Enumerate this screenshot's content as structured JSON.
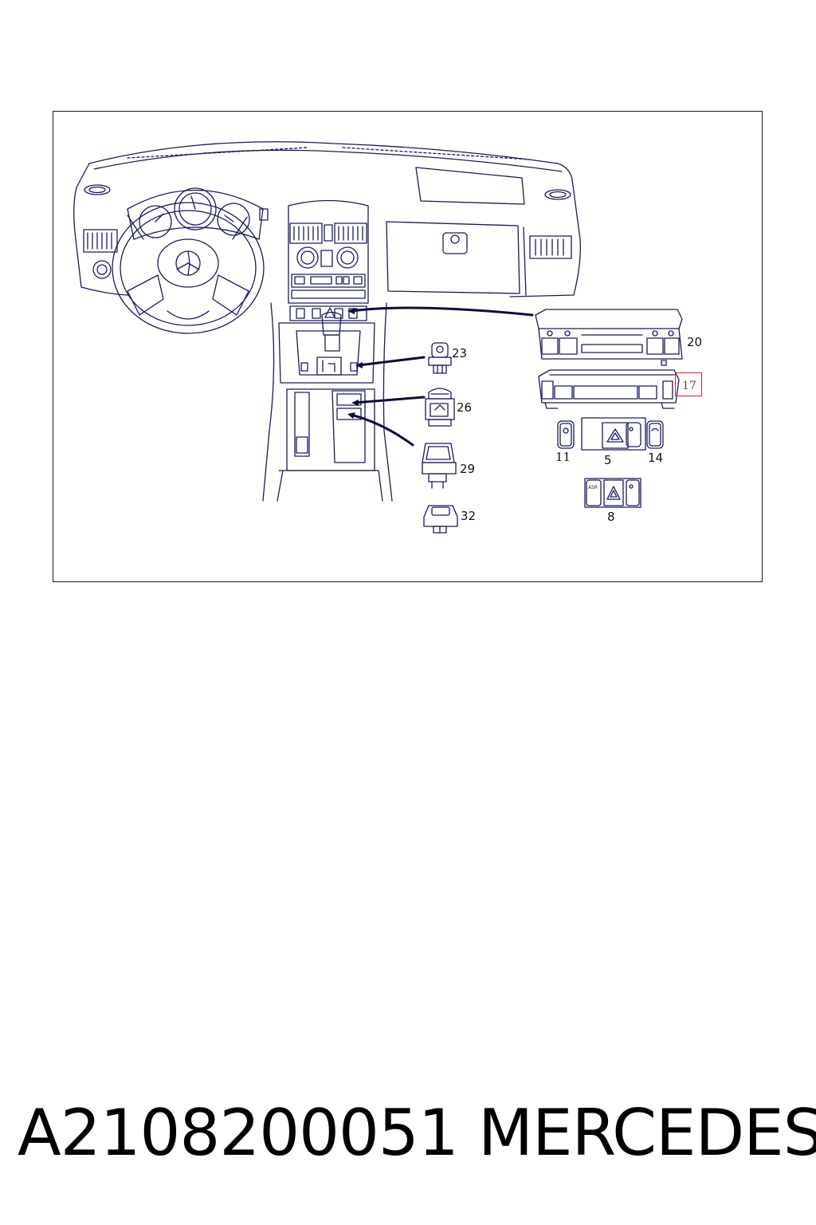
{
  "callouts": {
    "c20": "20",
    "c17": "17",
    "c23": "23",
    "c26": "26",
    "c29": "29",
    "c32": "32",
    "c11": "11",
    "c5": "5",
    "c14": "14",
    "c8": "8"
  },
  "button_label": "ASR",
  "footer": {
    "part_number": "A2108200051",
    "brand": "MERCEDES"
  },
  "colors": {
    "line": "#1a1a5e",
    "highlight": "#d2202a"
  }
}
